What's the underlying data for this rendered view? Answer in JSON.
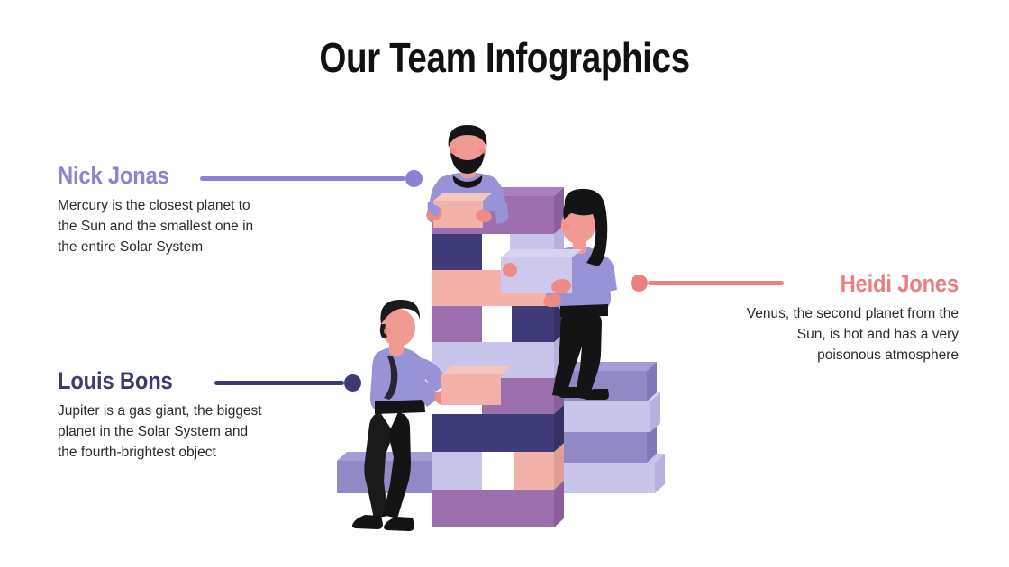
{
  "slide": {
    "title": "Our Team Infographics",
    "background_color": "#ffffff"
  },
  "members": [
    {
      "id": "nick",
      "name": "Nick Jonas",
      "description": "Mercury is the closest planet to the Sun and the smallest one in the entire Solar System",
      "accent_color": "#8b82d4",
      "align": "left",
      "connector": {
        "dot_side": "right"
      }
    },
    {
      "id": "louis",
      "name": "Louis Bons",
      "description": "Jupiter is a gas giant, the biggest planet in the Solar System and the fourth-brightest object",
      "accent_color": "#3c3a72",
      "align": "left",
      "connector": {
        "dot_side": "right"
      }
    },
    {
      "id": "heidi",
      "name": "Heidi Jones",
      "description": "Venus, the second planet from the Sun, is hot and has a very poisonous atmosphere",
      "accent_color": "#ef7f7f",
      "align": "right",
      "connector": {
        "dot_side": "left"
      }
    }
  ],
  "illustration": {
    "description": "Three people stacking a tower of building blocks",
    "palette": {
      "block_purple": "#9c6fae",
      "block_navy": "#3f3b78",
      "block_lavender_light": "#c9c4ea",
      "block_periwinkle": "#8f8ac6",
      "block_salmon": "#f2b2a9",
      "block_white": "#ffffff",
      "skin": "#f19a93",
      "shirt": "#9892d6",
      "hair": "#1a1a1a",
      "pants": "#1a1a1a",
      "coral_accent": "#ef7f7f"
    },
    "figures": [
      {
        "id": "man-top",
        "position": "top of tower",
        "holding": "salmon block"
      },
      {
        "id": "woman-right",
        "position": "standing on right stack",
        "holding": "lavender block"
      },
      {
        "id": "man-left",
        "position": "ground left",
        "holding": "salmon block"
      }
    ]
  }
}
